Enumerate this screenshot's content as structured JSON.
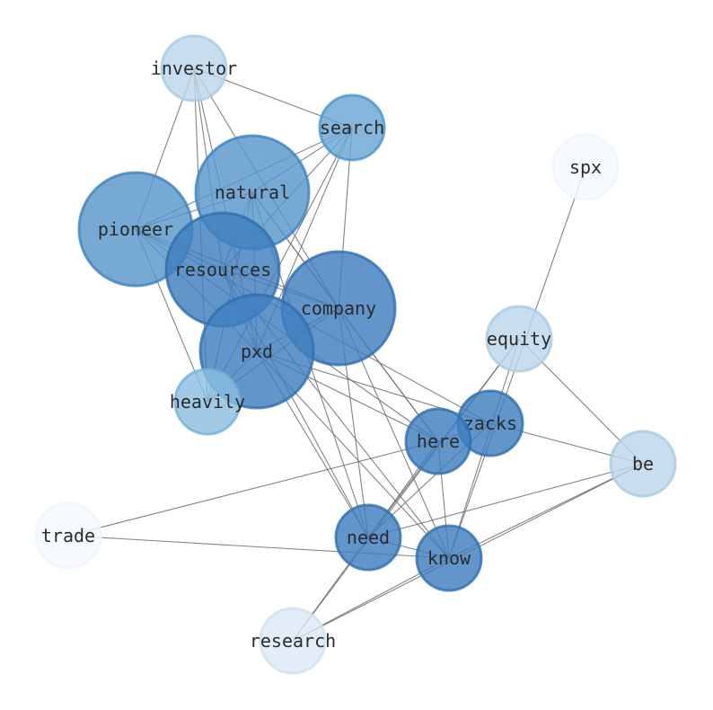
{
  "graph": {
    "nodes": [
      {
        "id": "investor",
        "label": "investor",
        "color": "#bcd7ea",
        "stroke": "#a9cbe3"
      },
      {
        "id": "search",
        "label": "search",
        "color": "#6aa7d6",
        "stroke": "#4e93c8"
      },
      {
        "id": "spx",
        "label": "spx",
        "color": "#f4f9fe",
        "stroke": "#eef5fc"
      },
      {
        "id": "natural",
        "label": "natural",
        "color": "#5897cb",
        "stroke": "#3f82bd"
      },
      {
        "id": "pioneer",
        "label": "pioneer",
        "color": "#5897cb",
        "stroke": "#3f82bd"
      },
      {
        "id": "resources",
        "label": "resources",
        "color": "#3f7fbf",
        "stroke": "#2f6fae"
      },
      {
        "id": "company",
        "label": "company",
        "color": "#3f7fbf",
        "stroke": "#2f6fae"
      },
      {
        "id": "pxd",
        "label": "pxd",
        "color": "#3f7fbf",
        "stroke": "#2f6fae"
      },
      {
        "id": "equity",
        "label": "equity",
        "color": "#bcd7ea",
        "stroke": "#a9cbe3"
      },
      {
        "id": "heavily",
        "label": "heavily",
        "color": "#8bbee0",
        "stroke": "#74afd8"
      },
      {
        "id": "zacks",
        "label": "zacks",
        "color": "#3f7fbf",
        "stroke": "#2f6fae"
      },
      {
        "id": "here",
        "label": "here",
        "color": "#3f7fbf",
        "stroke": "#2f6fae"
      },
      {
        "id": "be",
        "label": "be",
        "color": "#bcd7ea",
        "stroke": "#a9cbe3"
      },
      {
        "id": "trade",
        "label": "trade",
        "color": "#f4f9fe",
        "stroke": "#eef5fc"
      },
      {
        "id": "need",
        "label": "need",
        "color": "#3f7fbf",
        "stroke": "#2f6fae"
      },
      {
        "id": "know",
        "label": "know",
        "color": "#3f7fbf",
        "stroke": "#2f6fae"
      },
      {
        "id": "research",
        "label": "research",
        "color": "#dde9f5",
        "stroke": "#cfe0f0"
      }
    ],
    "edges": [
      [
        "investor",
        "search"
      ],
      [
        "investor",
        "pioneer"
      ],
      [
        "investor",
        "resources"
      ],
      [
        "investor",
        "pxd"
      ],
      [
        "investor",
        "company"
      ],
      [
        "investor",
        "heavily"
      ],
      [
        "search",
        "natural"
      ],
      [
        "search",
        "pioneer"
      ],
      [
        "search",
        "resources"
      ],
      [
        "search",
        "company"
      ],
      [
        "search",
        "pxd"
      ],
      [
        "search",
        "heavily"
      ],
      [
        "spx",
        "know"
      ],
      [
        "natural",
        "pioneer"
      ],
      [
        "natural",
        "resources"
      ],
      [
        "natural",
        "company"
      ],
      [
        "natural",
        "pxd"
      ],
      [
        "natural",
        "heavily"
      ],
      [
        "natural",
        "need"
      ],
      [
        "natural",
        "here"
      ],
      [
        "pioneer",
        "resources"
      ],
      [
        "pioneer",
        "company"
      ],
      [
        "pioneer",
        "pxd"
      ],
      [
        "pioneer",
        "heavily"
      ],
      [
        "pioneer",
        "here"
      ],
      [
        "pioneer",
        "zacks"
      ],
      [
        "resources",
        "company"
      ],
      [
        "resources",
        "pxd"
      ],
      [
        "resources",
        "need"
      ],
      [
        "resources",
        "know"
      ],
      [
        "company",
        "pxd"
      ],
      [
        "company",
        "heavily"
      ],
      [
        "company",
        "here"
      ],
      [
        "company",
        "know"
      ],
      [
        "company",
        "need"
      ],
      [
        "pxd",
        "heavily"
      ],
      [
        "pxd",
        "zacks"
      ],
      [
        "pxd",
        "here"
      ],
      [
        "pxd",
        "need"
      ],
      [
        "pxd",
        "know"
      ],
      [
        "equity",
        "need"
      ],
      [
        "equity",
        "know"
      ],
      [
        "equity",
        "be"
      ],
      [
        "equity",
        "research"
      ],
      [
        "zacks",
        "here"
      ],
      [
        "zacks",
        "be"
      ],
      [
        "zacks",
        "need"
      ],
      [
        "here",
        "trade"
      ],
      [
        "here",
        "know"
      ],
      [
        "here",
        "need"
      ],
      [
        "be",
        "need"
      ],
      [
        "be",
        "know"
      ],
      [
        "be",
        "research"
      ],
      [
        "trade",
        "know"
      ],
      [
        "need",
        "know"
      ],
      [
        "need",
        "research"
      ],
      [
        "know",
        "research"
      ]
    ]
  }
}
